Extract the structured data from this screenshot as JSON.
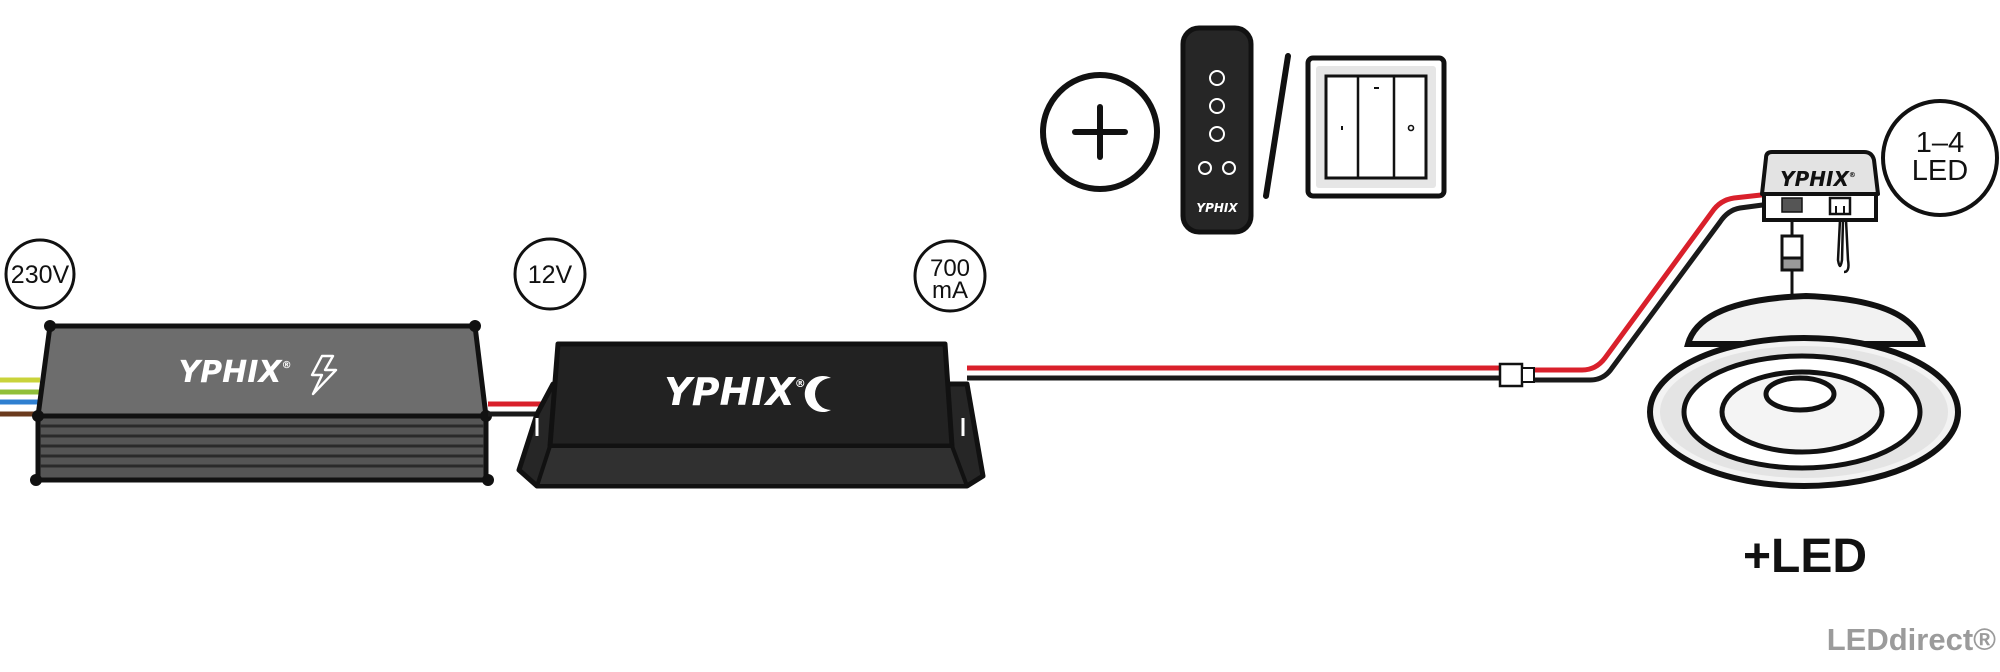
{
  "labels": {
    "v230": "230V",
    "v12": "12V",
    "ma_top": "700",
    "ma_bottom": "mA",
    "led_count_top": "1–4",
    "led_count_bottom": "LED",
    "plus_led": "+LED"
  },
  "brand": {
    "name": "YPHIX",
    "reg": "®",
    "remote_brand": "YPHIX"
  },
  "footer": {
    "logo": "LEDdirect®"
  },
  "colors": {
    "red_wire": "#d9202b",
    "black_wire": "#1a1a1a",
    "psu_gray": "#6d6d6d",
    "driver_black": "#262626",
    "wire_yellow_green": "#c9d33a",
    "wire_blue": "#2f7fd0",
    "wire_brown": "#6b3b1e",
    "footer_gray": "#9b9b9b"
  },
  "icons": [
    "plus-icon",
    "lightning-icon",
    "moon-icon"
  ]
}
